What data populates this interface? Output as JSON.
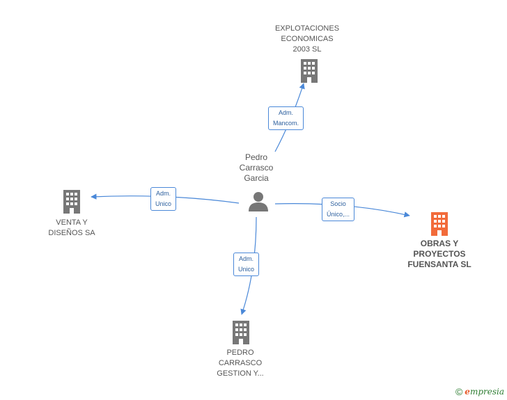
{
  "center_person": {
    "name_lines": [
      "Pedro",
      "Carrasco",
      "Garcia"
    ],
    "icon": "person-icon",
    "color": "#777777"
  },
  "companies": {
    "explotaciones": {
      "lines": [
        "EXPLOTACIONES",
        "ECONOMICAS",
        "2003 SL"
      ],
      "icon": "building-icon",
      "color": "#777777"
    },
    "venta": {
      "lines": [
        "VENTA Y",
        "DISEÑOS SA"
      ],
      "icon": "building-icon",
      "color": "#777777"
    },
    "obras": {
      "lines": [
        "OBRAS Y",
        "PROYECTOS",
        "FUENSANTA SL"
      ],
      "icon": "building-icon",
      "color": "#f26b3a",
      "highlighted": true
    },
    "gestion": {
      "lines": [
        "PEDRO",
        "CARRASCO",
        "GESTION Y..."
      ],
      "icon": "building-icon",
      "color": "#777777"
    }
  },
  "relations": {
    "to_explotaciones": [
      "Adm.",
      "Mancom."
    ],
    "to_venta": [
      "Adm.",
      "Unico"
    ],
    "to_obras": [
      "Socio",
      "Único,..."
    ],
    "to_gestion": [
      "Adm.",
      "Unico"
    ]
  },
  "colors": {
    "edge": "#4a88d8",
    "accent": "#f26b3a"
  },
  "footer": {
    "copyright": "©",
    "brand_first": "e",
    "brand_rest": "mpresia"
  }
}
